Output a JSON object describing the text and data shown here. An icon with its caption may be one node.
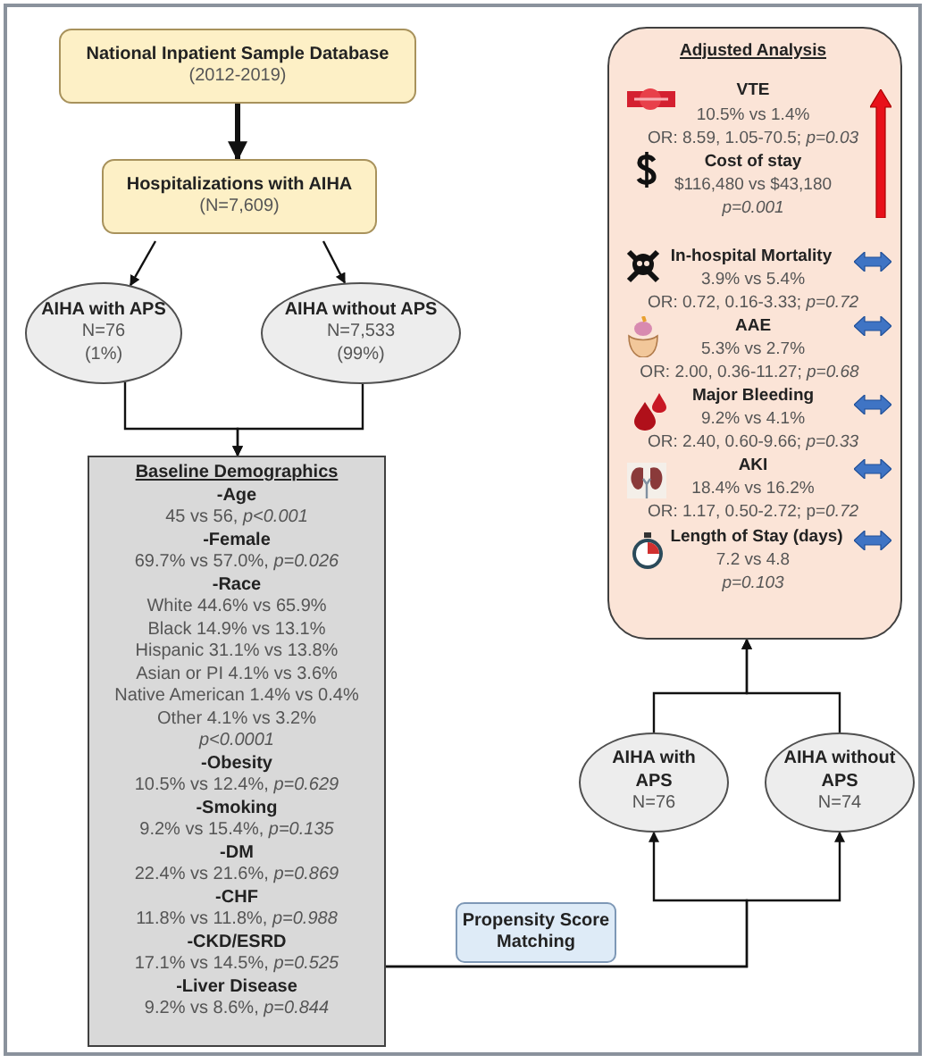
{
  "diagram": {
    "nodes": [
      {
        "text": [
          "National Inpatient Sample Database",
          "(2012-2019)"
        ]
      },
      {
        "text": [
          "Hospitalizations with AIHA",
          "(N=7,609)"
        ]
      },
      {
        "text": [
          "AIHA with APS",
          "N=76",
          "(1%)"
        ]
      },
      {
        "text": [
          "AIHA without APS",
          "N=7,533",
          "(99%)"
        ]
      },
      {
        "text": [
          "Baseline Demographics",
          "-Age",
          "45 vs 56, *p<0.001*",
          "-Female",
          "69.7% vs 57.0%, *p=0.026*",
          "-Race",
          "White 44.6% vs 65.9%",
          "Black 14.9% vs 13.1%",
          "Hispanic 31.1% vs 13.8%",
          "Asian or PI 4.1% vs 3.6%",
          "Native American 1.4% vs 0.4%",
          "Other 4.1% vs 3.2%",
          "p<0.0001",
          "-Obesity",
          "10.5% vs 12.4%, *p=0.629*",
          "-Smoking",
          "9.2% vs 15.4%, *p=0.135*",
          "-DM",
          "22.4% vs 21.6%, *p=0.869*",
          "-CHF",
          "11.8% vs 11.8%, *p=0.988*",
          "-CKD/ESRD",
          "17.1% vs 14.5%, *p=0.525*",
          "-Liver Disease",
          "9.2% vs 8.6%, *p=0.844*"
        ]
      },
      {
        "text": [
          "Propensity Score Matching"
        ]
      },
      {
        "text": [
          "AIHA with APS",
          "N=76"
        ]
      },
      {
        "text": [
          "AIHA without APS",
          "N=74"
        ]
      },
      {
        "text": [
          "Adjusted Analysis",
          "VTE",
          "10.5% vs 1.4%",
          "OR: 8.59, 1.05-70.5; *p=0.03*",
          "Cost of stay",
          "$116,480 vs $43,180",
          "p=0.001",
          "In-hospital Mortality",
          "3.9% vs 5.4%",
          "OR: 0.72, 0.16-3.33; *p=0.72*",
          "AAE",
          "5.3% vs 2.7%",
          "OR: 2.00, 0.36-11.27; *p=0.68*",
          "Major Bleeding",
          "9.2% vs 4.1%",
          "OR: 2.40, 0.60-9.66; *p=0.33*",
          "AKI",
          "18.4% vs 16.2%",
          "OR: 1.17, 0.50-2.72; p=*0.72*",
          "Length of Stay (days)",
          "7.2 vs 4.8",
          "p=0.103"
        ]
      }
    ],
    "edges": [
      {
        "from": 0,
        "to": 1,
        "arrow": "to",
        "style": "thick"
      },
      {
        "from": 1,
        "to": 2,
        "arrow": "to"
      },
      {
        "from": 1,
        "to": 3,
        "arrow": "to"
      },
      {
        "from": 2,
        "to": 4,
        "arrow": "to"
      },
      {
        "from": 3,
        "to": 4,
        "arrow": "to"
      },
      {
        "from": 4,
        "to": 6,
        "arrow": "to"
      },
      {
        "from": 4,
        "to": 7,
        "arrow": "to"
      },
      {
        "from": 6,
        "to": 8,
        "arrow": "to"
      },
      {
        "from": 7,
        "to": 8,
        "arrow": "to"
      }
    ]
  }
}
